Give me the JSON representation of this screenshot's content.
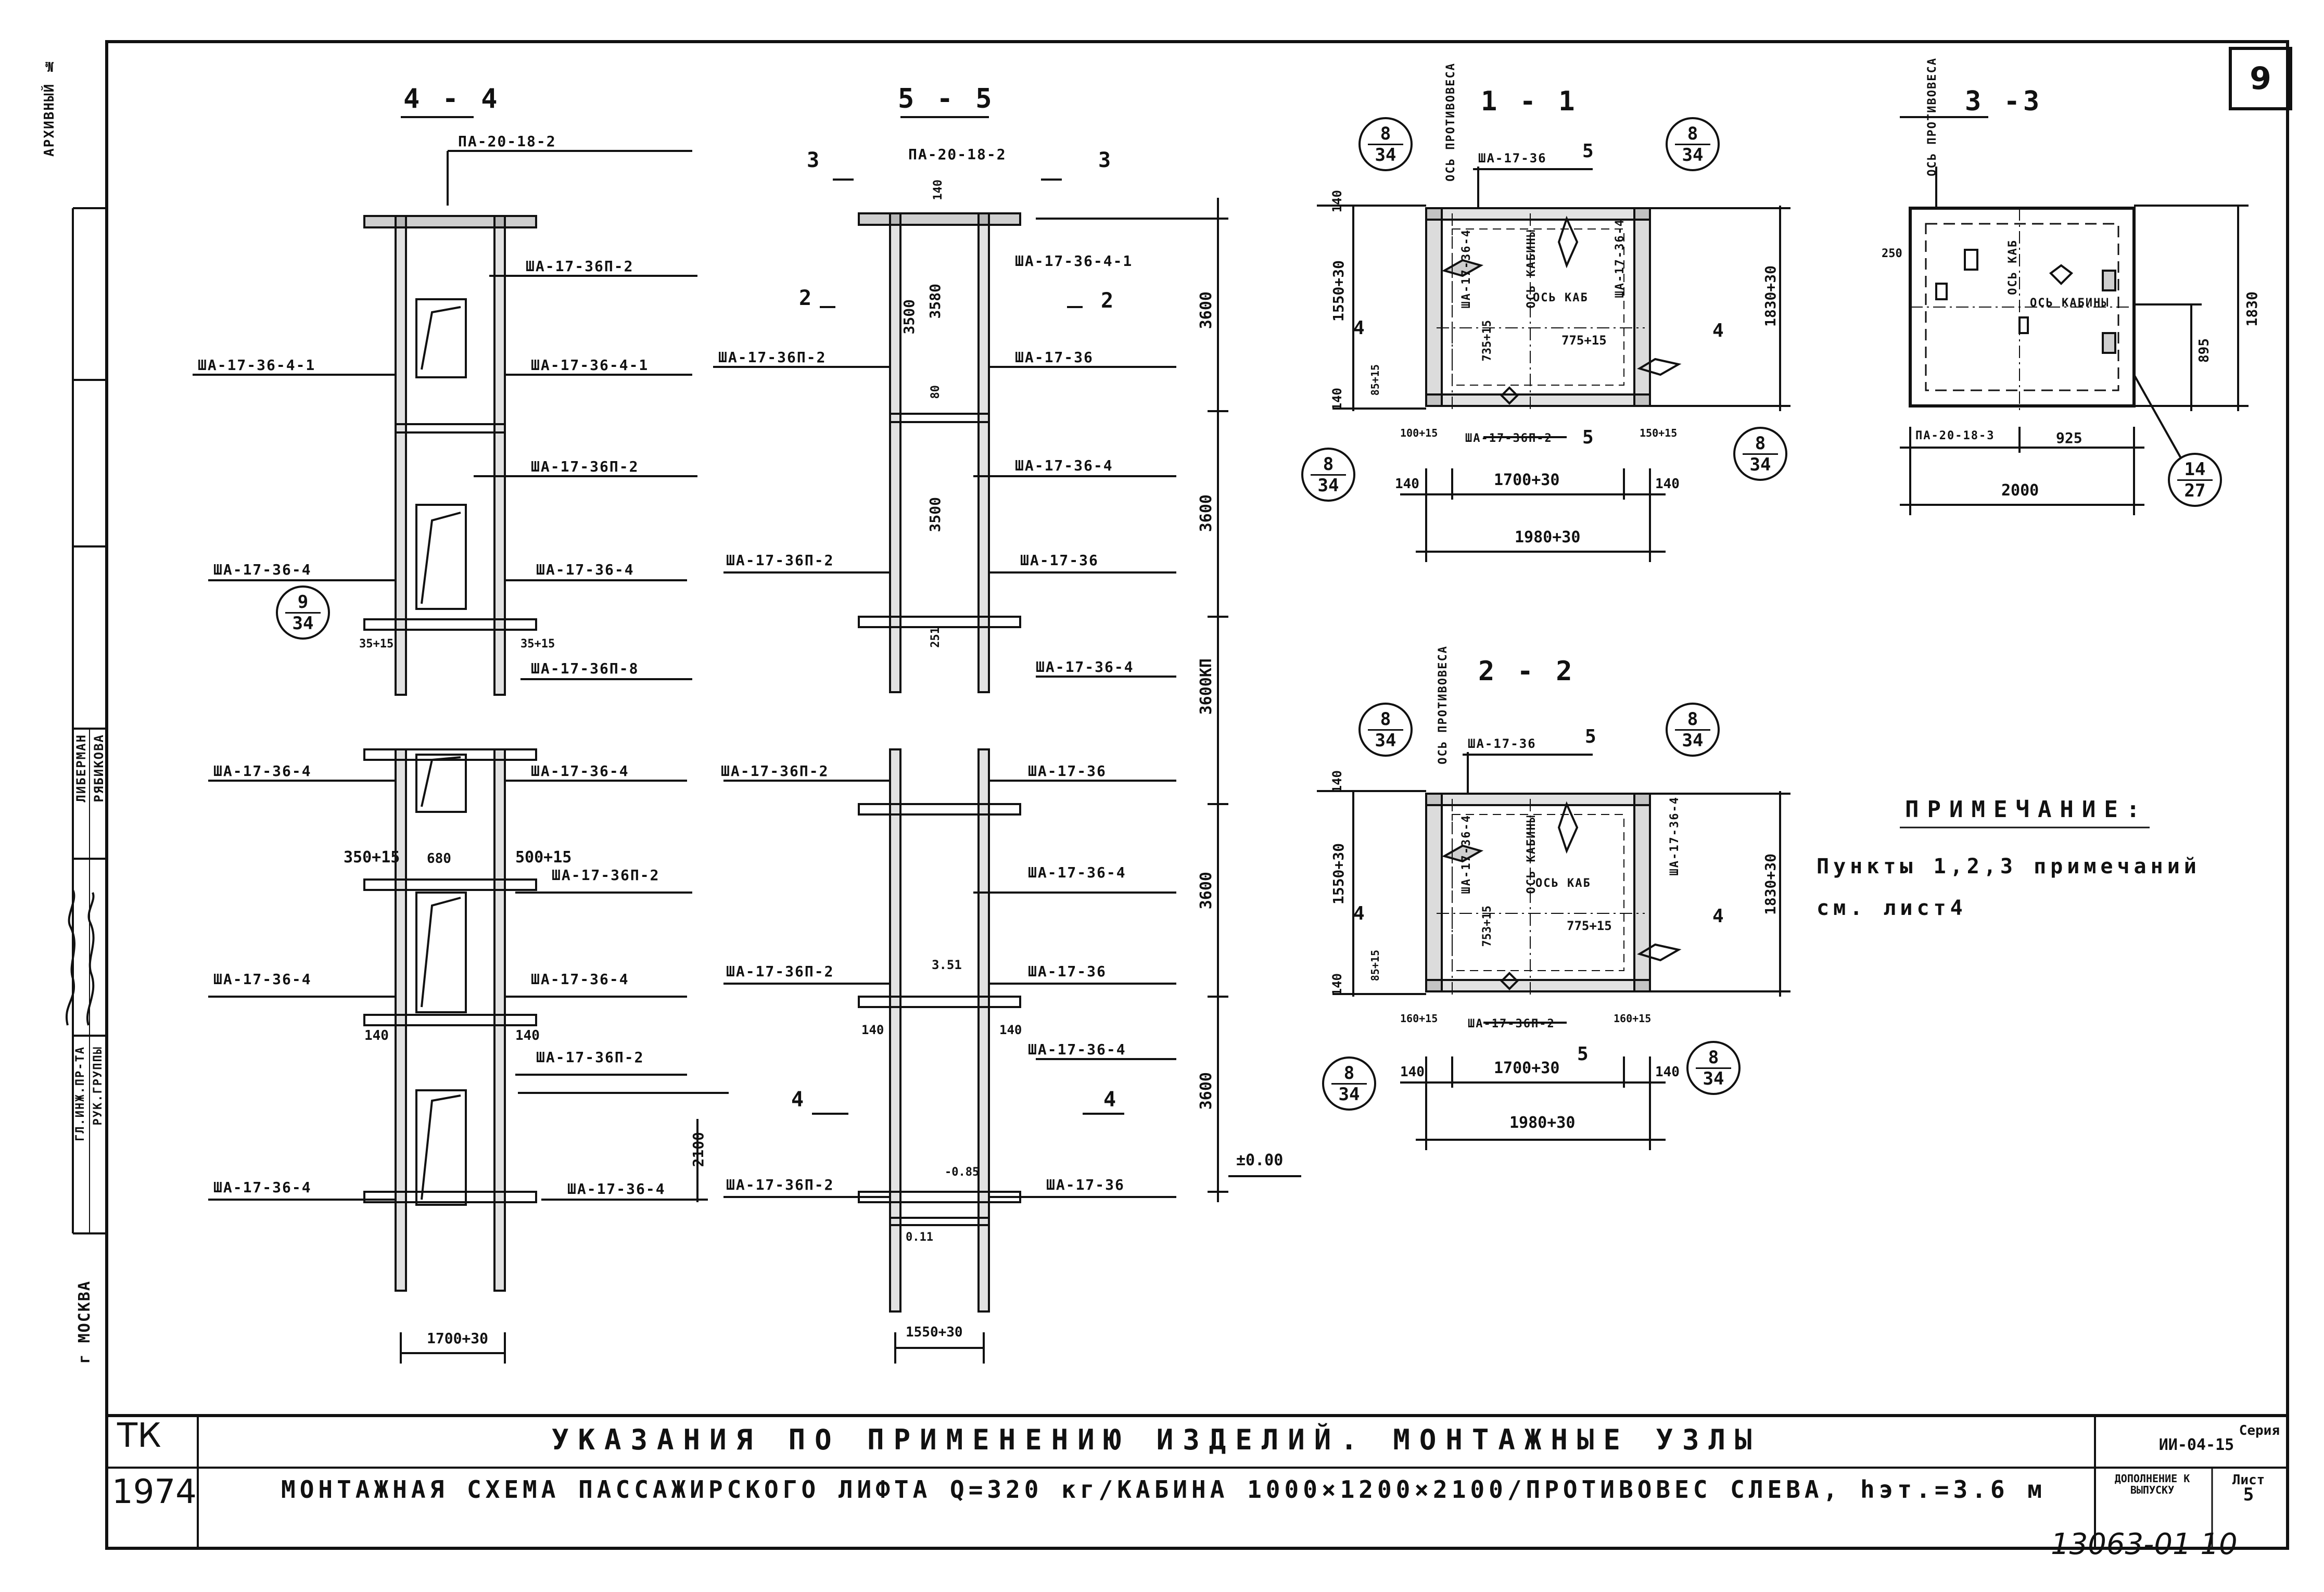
{
  "sheet_number": "9",
  "left_stamp": {
    "archive": "АРХИВНЫЙ №",
    "role_ni": "ГЛ.ИНЖ.ПР-ТА",
    "role_rg": "РУК.ГРУППЫ",
    "name_1": "ЛИБЕРМАН",
    "name_2": "РЯБИКОВА",
    "city": "г МОСКВА"
  },
  "sections": {
    "s44": {
      "title": "4 - 4",
      "labels": [
        "ПА-20-18-2",
        "ША-17-36П-2",
        "ША-17-36-4-1",
        "ША-17-36-4-1",
        "ША-17-36П-2",
        "ША-17-36-4",
        "ША-17-36-4",
        "ША-17-36П-8",
        "ША-17-36-4",
        "ША-17-36-4",
        "ША-17-36П-2",
        "ША-17-36-4",
        "ША-17-36-4",
        "ША-17-36П-2",
        "ША-17-36-4",
        "ША-17-36-4"
      ],
      "dims": [
        "35+15",
        "35+15",
        "350+15",
        "680",
        "500+15",
        "140",
        "140",
        "2100",
        "1700+30"
      ],
      "callout": {
        "top": "9",
        "bottom": "34"
      }
    },
    "s55": {
      "title": "5 - 5",
      "labels": [
        "ПА-20-18-2",
        "ША-17-36-4-1",
        "ША-17-36П-2",
        "ША-17-36",
        "ША-17-36-4",
        "ША-17-36П-2",
        "ША-17-36",
        "ША-17-36-4",
        "ША-17-36П-2",
        "ША-17-36",
        "ША-17-36-4",
        "ША-17-36П-2",
        "ША-17-36",
        "ША-17-36-4",
        "ША-17-36П-2",
        "ША-17-36"
      ],
      "dims": [
        "3600",
        "3600",
        "3600КП",
        "3600",
        "3600",
        "3500",
        "3580",
        "3500",
        "140",
        "80",
        "251",
        "140",
        "140",
        "3.51",
        "-0.85",
        "0.11",
        "±0.00",
        "1550+30"
      ],
      "markers": [
        "3",
        "3",
        "2",
        "2",
        "4",
        "4"
      ]
    },
    "s11": {
      "title": "1 - 1",
      "labels": [
        "ША-17-36",
        "ША-17-36-4",
        "ША-17-36-4",
        "ША-17-36П-2",
        "ОСЬ ПРОТИВОВЕСА",
        "ОСЬ КАБИНЫ",
        "ОСЬ КАБ"
      ],
      "dims": [
        "1550+30",
        "1830+30",
        "140",
        "140",
        "140",
        "1700+30",
        "140",
        "1980+30",
        "775+15",
        "735+15",
        "100+15",
        "150+15",
        "85+15"
      ],
      "callouts": [
        {
          "top": "8",
          "bottom": "34"
        },
        {
          "top": "8",
          "bottom": "34"
        },
        {
          "top": "8",
          "bottom": "34"
        },
        {
          "top": "8",
          "bottom": "34"
        }
      ],
      "markers": [
        "5",
        "5",
        "4",
        "4"
      ]
    },
    "s22": {
      "title": "2 - 2",
      "labels": [
        "ША-17-36",
        "ША-17-36-4",
        "ША-17-36-4",
        "ША-17-36П-2",
        "ОСЬ ПРОТИВОВЕСА",
        "ОСЬ КАБИНЫ",
        "ОСЬ КАБ"
      ],
      "dims": [
        "1550+30",
        "1830+30",
        "140",
        "140",
        "140",
        "1700+30",
        "140",
        "1980+30",
        "775+15",
        "753+15",
        "160+15",
        "160+15",
        "85+15"
      ],
      "callouts": [
        {
          "top": "8",
          "bottom": "34"
        },
        {
          "top": "8",
          "bottom": "34"
        },
        {
          "top": "8",
          "bottom": "34"
        },
        {
          "top": "8",
          "bottom": "34"
        }
      ],
      "markers": [
        "5",
        "5",
        "4",
        "4"
      ]
    },
    "s33": {
      "title": "3 -3",
      "labels": [
        "ОСЬ ПРОТИВОВЕСА",
        "ОСЬ КАБ",
        "ОСЬ КАБИНЫ",
        "ПА-20-18-3"
      ],
      "dims": [
        "250",
        "1830",
        "895",
        "925",
        "2000"
      ],
      "callout": {
        "top": "14",
        "bottom": "27"
      }
    }
  },
  "note": {
    "heading": "ПРИМЕЧАНИЕ:",
    "line1": "Пункты 1,2,3  примечаний",
    "line2": "см. лист4"
  },
  "title_block": {
    "tk": "ТК",
    "year": "1974",
    "title_line1": "УКАЗАНИЯ ПО ПРИМЕНЕНИЮ ИЗДЕЛИЙ. МОНТАЖНЫЕ УЗЛЫ",
    "title_line2": "МОНТАЖНАЯ СХЕМА ПАССАЖИРСКОГО ЛИФТА  Q=320 кг/КАБИНА 1000×1200×2100/ПРОТИВОВЕС СЛЕВА, hэт.=3.6 м",
    "series_label": "Серия",
    "series_value": "ИИ-04-15",
    "issue_label": "ДОПОЛНЕНИЕ К ВЫПУСКУ",
    "sheet_label": "Лист",
    "sheet_value": "5"
  },
  "doc_number": "13063-01 10"
}
